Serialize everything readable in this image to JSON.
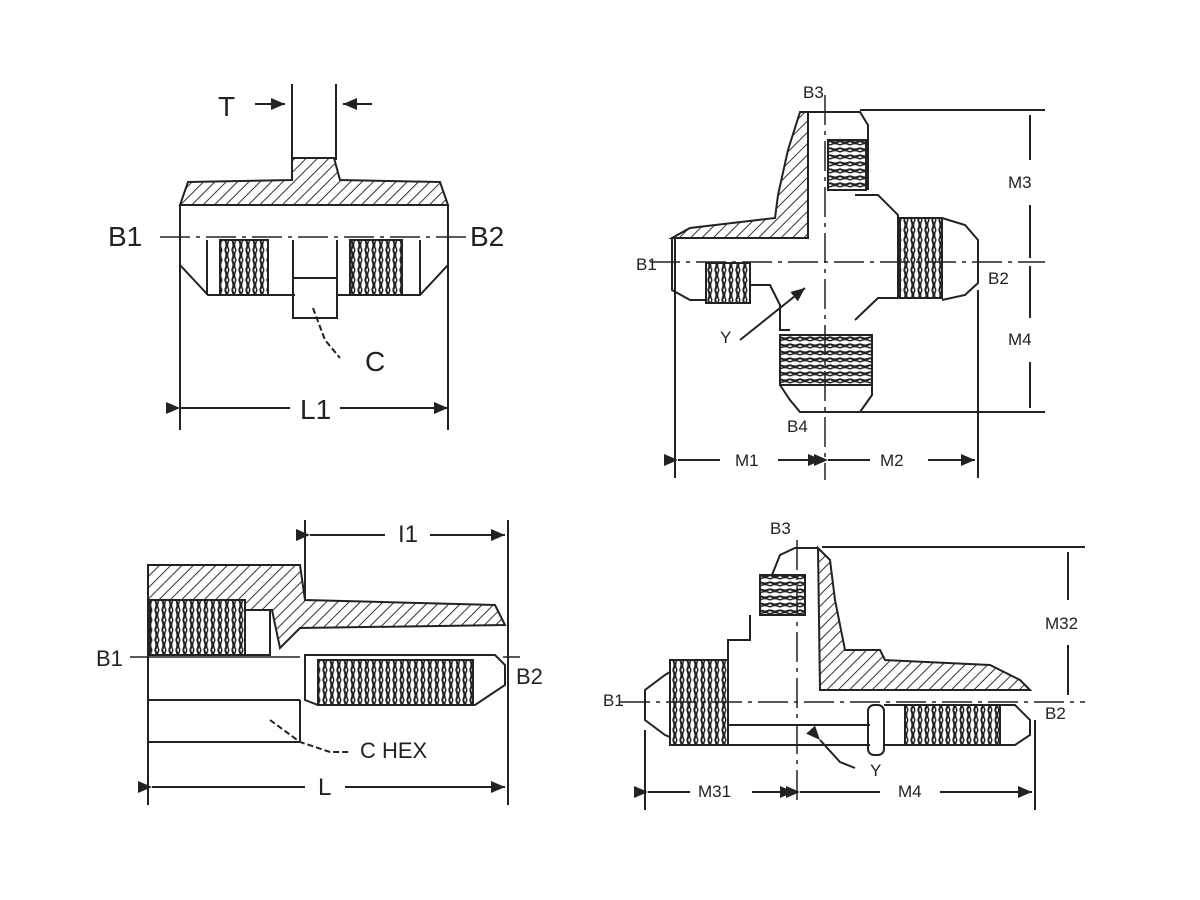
{
  "drawings": [
    {
      "name": "union-straight",
      "labels": {
        "t": "T",
        "b1": "B1",
        "b2": "B2",
        "c": "C",
        "l1": "L1"
      }
    },
    {
      "name": "cross",
      "labels": {
        "b3": "B3",
        "b1": "B1",
        "b2": "B2",
        "b4": "B4",
        "y": "Y",
        "m1": "M1",
        "m2": "M2",
        "m3": "M3",
        "m4": "M4"
      }
    },
    {
      "name": "reducer-adapter",
      "labels": {
        "l1": "I1",
        "b1": "B1",
        "b2": "B2",
        "chex": "C HEX",
        "l": "L"
      }
    },
    {
      "name": "tee-run",
      "labels": {
        "b3": "B3",
        "b1": "B1",
        "b2": "B2",
        "y": "Y",
        "m32": "M32",
        "m31": "M31",
        "m4": "M4"
      }
    }
  ],
  "colors": {
    "line": "#222222",
    "hatch": "#444444",
    "background": "#ffffff"
  }
}
